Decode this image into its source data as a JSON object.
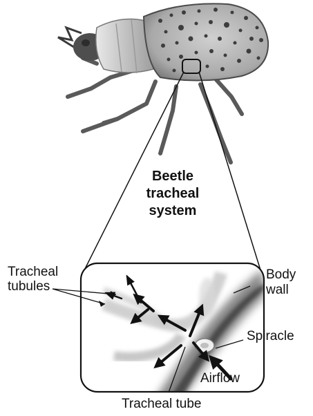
{
  "title": {
    "line1": "Beetle",
    "line2": "tracheal",
    "line3": "system"
  },
  "labels": {
    "tracheal_tubules_1": "Tracheal",
    "tracheal_tubules_2": "tubules",
    "body_wall_1": "Body",
    "body_wall_2": "wall",
    "spiracle": "Spiracle",
    "airflow": "Airflow",
    "tracheal_tube": "Tracheal tube"
  },
  "colors": {
    "ink": "#111111",
    "beetle_body": "#6f6f6f",
    "beetle_shell": "#b9b9b9",
    "inset_border": "#111111",
    "tissue": "#9a9a9a"
  }
}
